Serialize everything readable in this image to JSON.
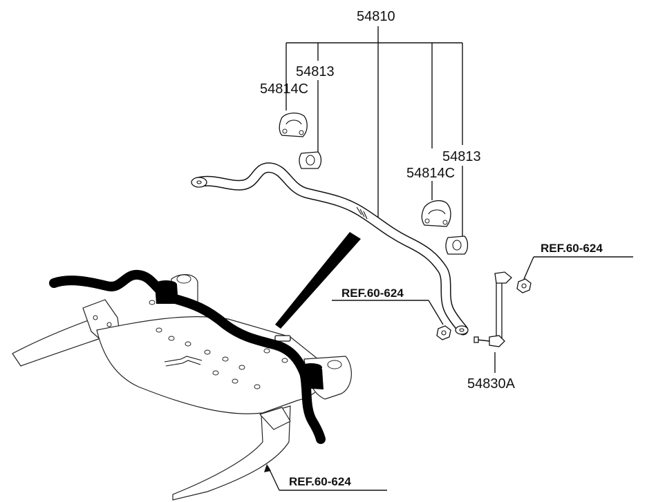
{
  "labels": {
    "stabilizer_bar": "54810",
    "bushing_left": "54813",
    "bracket_left": "54814C",
    "bushing_right": "54813",
    "bracket_right": "54814C",
    "link": "54830A",
    "ref_link_nut": "REF.60-624",
    "ref_bar_nut": "REF.60-624",
    "ref_crossmember": "REF.60-624"
  },
  "colors": {
    "line": "#111111",
    "background": "#ffffff",
    "bar_highlight": "#000000"
  }
}
